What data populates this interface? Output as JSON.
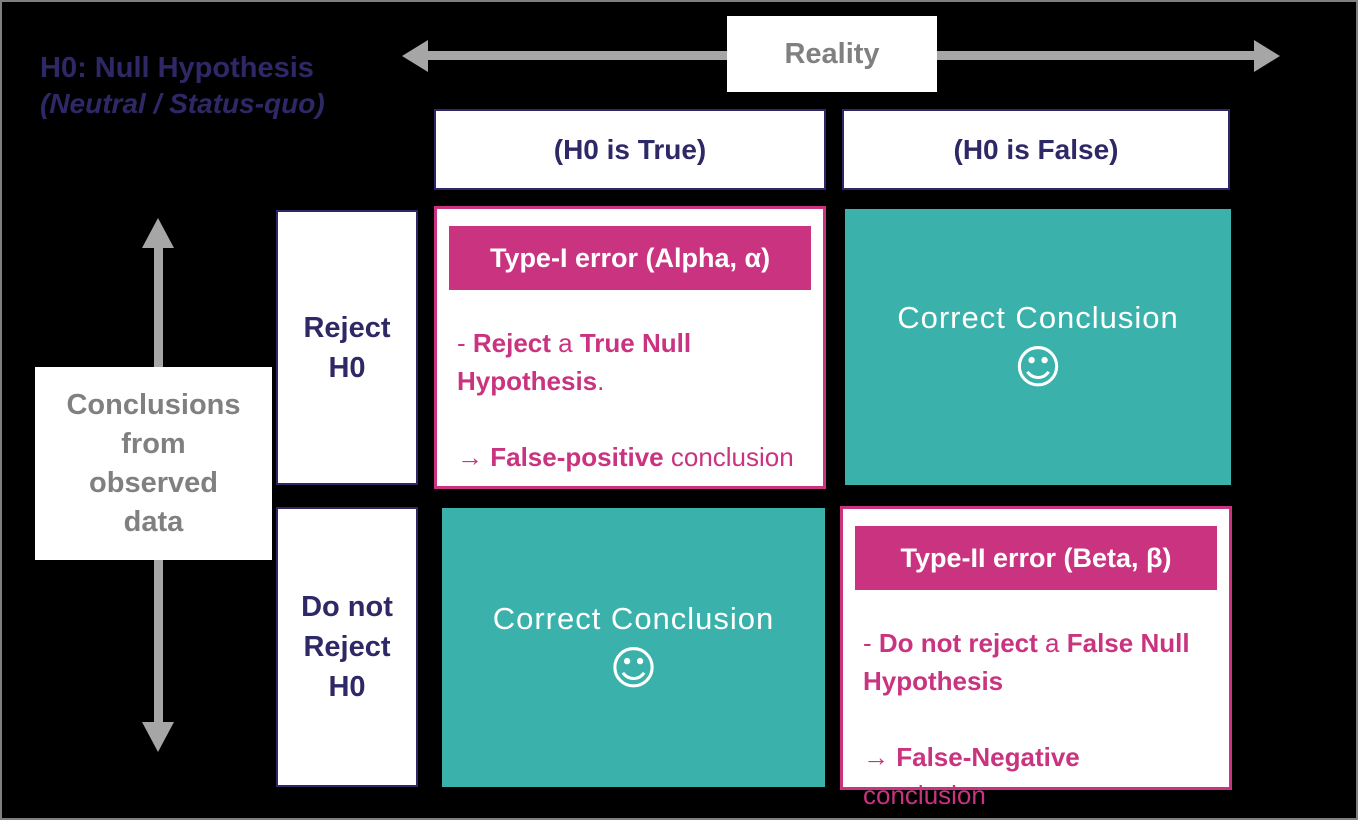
{
  "colors": {
    "background": "#000000",
    "frame_border": "#7f7f7f",
    "navy": "#2e2966",
    "magenta": "#c9337f",
    "teal": "#3ab2ab",
    "gray_text": "#808080",
    "arrow_gray": "#a6a6a6",
    "white": "#ffffff"
  },
  "title": {
    "heading": "H0: Null Hypothesis",
    "subheading": "(Neutral / Status-quo)"
  },
  "reality_axis": {
    "label": "Reality"
  },
  "conclusions_axis": {
    "label": "Conclusions\nfrom\nobserved\ndata"
  },
  "column_headers": {
    "h0_true": "(H0 is True)",
    "h0_false": "(H0 is False)"
  },
  "row_headers": {
    "reject": "Reject\nH0",
    "do_not_reject": "Do not\nReject\nH0"
  },
  "cells": {
    "type1_error": {
      "title": "Type-I error (Alpha, α)",
      "description": [
        {
          "t": "- ",
          "b": false
        },
        {
          "t": "Reject",
          "b": true
        },
        {
          "t": " a ",
          "b": false
        },
        {
          "t": "True Null\nHypothesis",
          "b": true
        },
        {
          "t": ".",
          "b": false
        }
      ],
      "conclusion": [
        {
          "t": "→ ",
          "b": true
        },
        {
          "t": "False-positive",
          "b": true
        },
        {
          "t": " conclusion",
          "b": false
        }
      ]
    },
    "correct_top": {
      "label": "Correct Conclusion",
      "smiley": "☺"
    },
    "correct_bottom": {
      "label": "Correct Conclusion",
      "smiley": "☺"
    },
    "type2_error": {
      "title": "Type-II error (Beta, β)",
      "description": [
        {
          "t": "- ",
          "b": false
        },
        {
          "t": "Do not reject",
          "b": true
        },
        {
          "t": " a ",
          "b": false
        },
        {
          "t": "False Null\nHypothesis",
          "b": true
        }
      ],
      "conclusion": [
        {
          "t": "→ ",
          "b": true
        },
        {
          "t": "False-Negative",
          "b": true
        },
        {
          "t": " conclusion",
          "b": false
        }
      ]
    }
  }
}
